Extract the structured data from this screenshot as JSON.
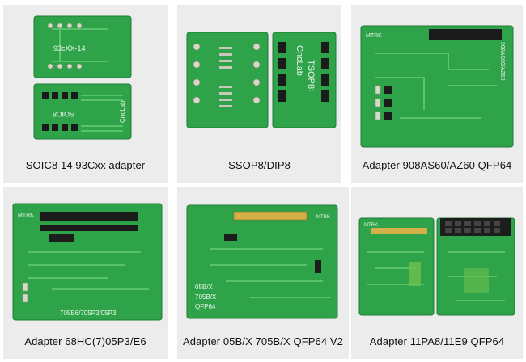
{
  "products": [
    {
      "caption": "SOIC8 14 93Cxx adapter",
      "silk": [
        "93cXX-14",
        "SOIC8",
        "CncLab"
      ]
    },
    {
      "caption": "SSOP8/DIP8",
      "silk": [
        "CncLab",
        "TSOP8I"
      ]
    },
    {
      "caption": "Adapter 908AS60/AZ60 QFP64",
      "silk": [
        "MTRK",
        "908AS60/AZ60"
      ]
    },
    {
      "caption": "Adapter 68HC(7)05P3/E6",
      "silk": [
        "MTRK",
        "705E6/705P3/05P3"
      ]
    },
    {
      "caption": "Adapter 05B/X 705B/X QFP64 V2",
      "silk": [
        "MTRK",
        "05B/X",
        "705B/X",
        "QFP64"
      ]
    },
    {
      "caption": "Adapter 11PA8/11E9 QFP64",
      "silk": [
        "MTRK"
      ]
    }
  ],
  "colors": {
    "pcb": "#2fa34a",
    "card": "#ececec"
  }
}
